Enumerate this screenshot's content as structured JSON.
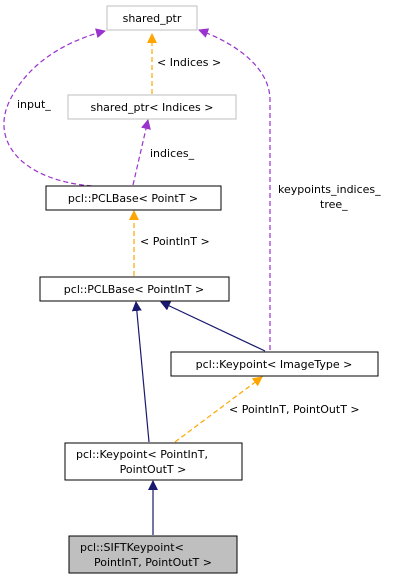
{
  "colors": {
    "inheritance": "#191970",
    "template": "#ffa500",
    "usage": "#9a32cd",
    "muted_border": "#bfbfbf",
    "selected_fill": "#bfbfbf"
  },
  "nodes": {
    "shared_ptr": {
      "lines": [
        "shared_ptr"
      ]
    },
    "shared_ptr_indices": {
      "lines": [
        "shared_ptr< Indices >"
      ]
    },
    "pclbase_pointt": {
      "lines": [
        "pcl::PCLBase< PointT >"
      ]
    },
    "pclbase_pointint": {
      "lines": [
        "pcl::PCLBase< PointInT >"
      ]
    },
    "keypoint_imagetype": {
      "lines": [
        "pcl::Keypoint< ImageType >"
      ]
    },
    "keypoint_pointint_pointoutt": {
      "lines": [
        "pcl::Keypoint< PointInT,",
        "PointOutT >"
      ]
    },
    "siftkeypoint": {
      "lines": [
        "pcl::SIFTKeypoint<",
        "PointInT, PointOutT >"
      ]
    }
  },
  "edge_labels": {
    "indices_tmpl": "< Indices >",
    "input": "input_",
    "indices": "indices_",
    "keypoints_indices_line1": "keypoints_indices_",
    "keypoints_indices_line2": "tree_",
    "pointint_tmpl": "< PointInT >",
    "pointint_pointoutt_tmpl": "< PointInT, PointOutT >"
  }
}
